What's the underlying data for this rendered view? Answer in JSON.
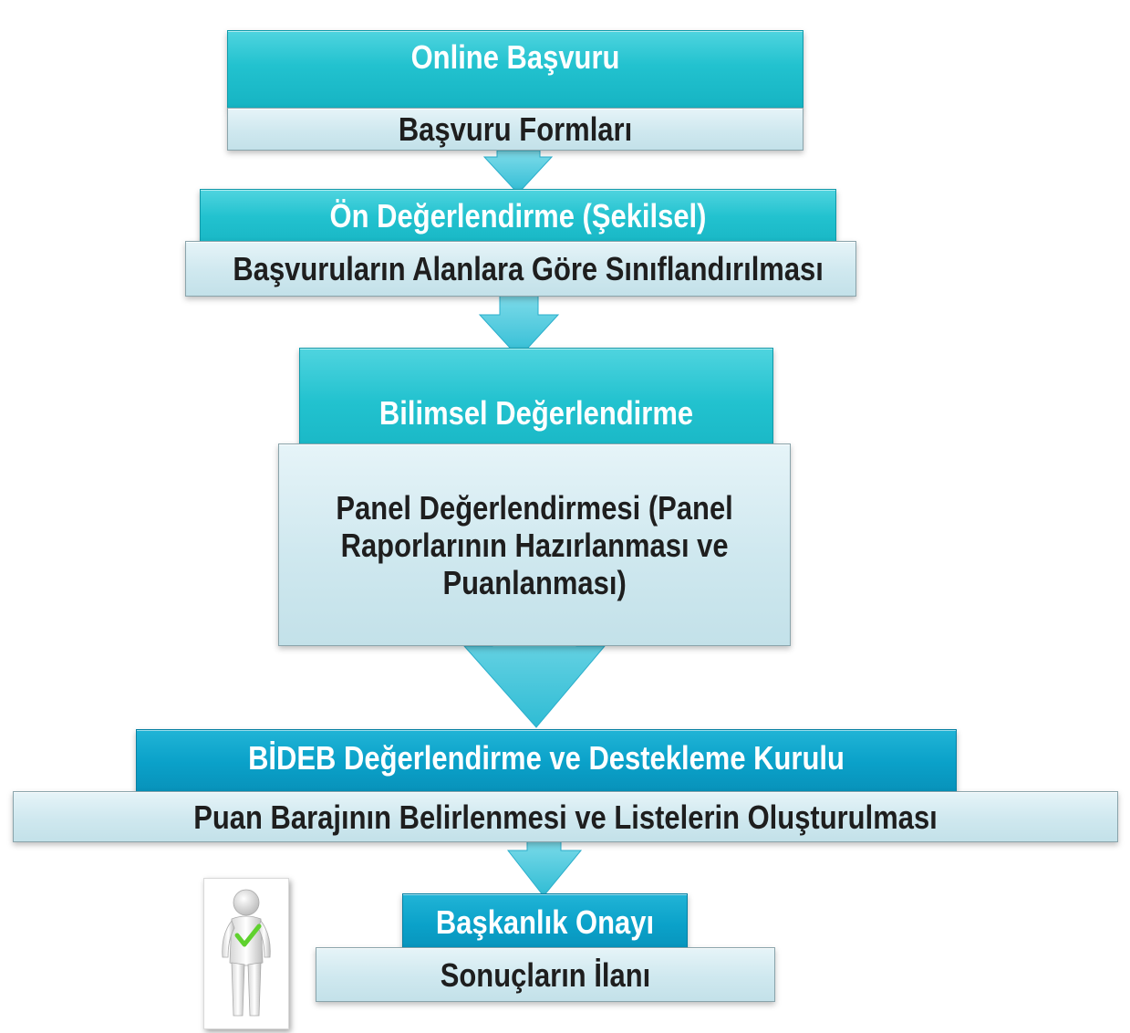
{
  "steps": [
    {
      "title": "Online Başvuru",
      "detail": "Başvuru Formları"
    },
    {
      "title": "Ön Değerlendirme (Şekilsel)",
      "detail": "Başvuruların Alanlara Göre Sınıflandırılması"
    },
    {
      "title": "Bilimsel Değerlendirme",
      "detail_lines": [
        "Panel Değerlendirmesi (Panel",
        "Raporlarının Hazırlanması ve",
        "Puanlanması)"
      ]
    },
    {
      "title": "BİDEB Değerlendirme ve Destekleme Kurulu",
      "detail": "Puan Barajının Belirlenmesi ve Listelerin Oluşturulması"
    },
    {
      "title": "Başkanlık Onayı",
      "detail": "Sonuçların İlanı"
    }
  ],
  "colors": {
    "header_cyan": "#22c2cf",
    "header_blue": "#0aa1c9",
    "sub_box": "#cfe8ef",
    "arrow": "#3cc6dc",
    "check": "#5fd12e"
  },
  "icons": {
    "person": "person-check-icon"
  }
}
